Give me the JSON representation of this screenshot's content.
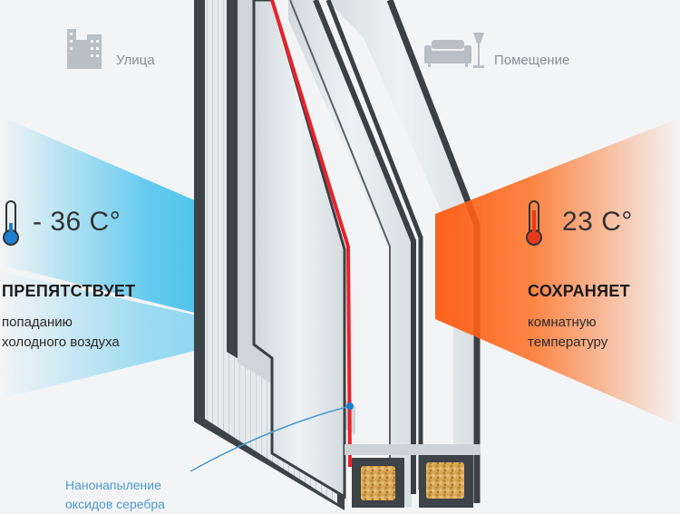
{
  "outside": {
    "label": "Улица",
    "icon": "city-buildings-icon",
    "temperature": "- 36 C°",
    "headline": "ПРЕПЯТСТВУЕТ",
    "description": [
      "попаданию",
      "холодного воздуха"
    ],
    "color": "#1eb6ea"
  },
  "inside": {
    "label": "Помещение",
    "icon": "sofa-lamp-icon",
    "temperature": "23 C°",
    "headline": "СОХРАНЯЕТ",
    "description": [
      "комнатную",
      "температуру"
    ],
    "color": "#ff6a1a"
  },
  "coating_note": [
    "Нанонапыление",
    "оксидов серебра"
  ],
  "colors": {
    "coating": "#e8222a",
    "frame": "#3d4346",
    "glass": "#dfe5e8",
    "desiccant": "#d8a855",
    "note": "#4a9ad0"
  }
}
